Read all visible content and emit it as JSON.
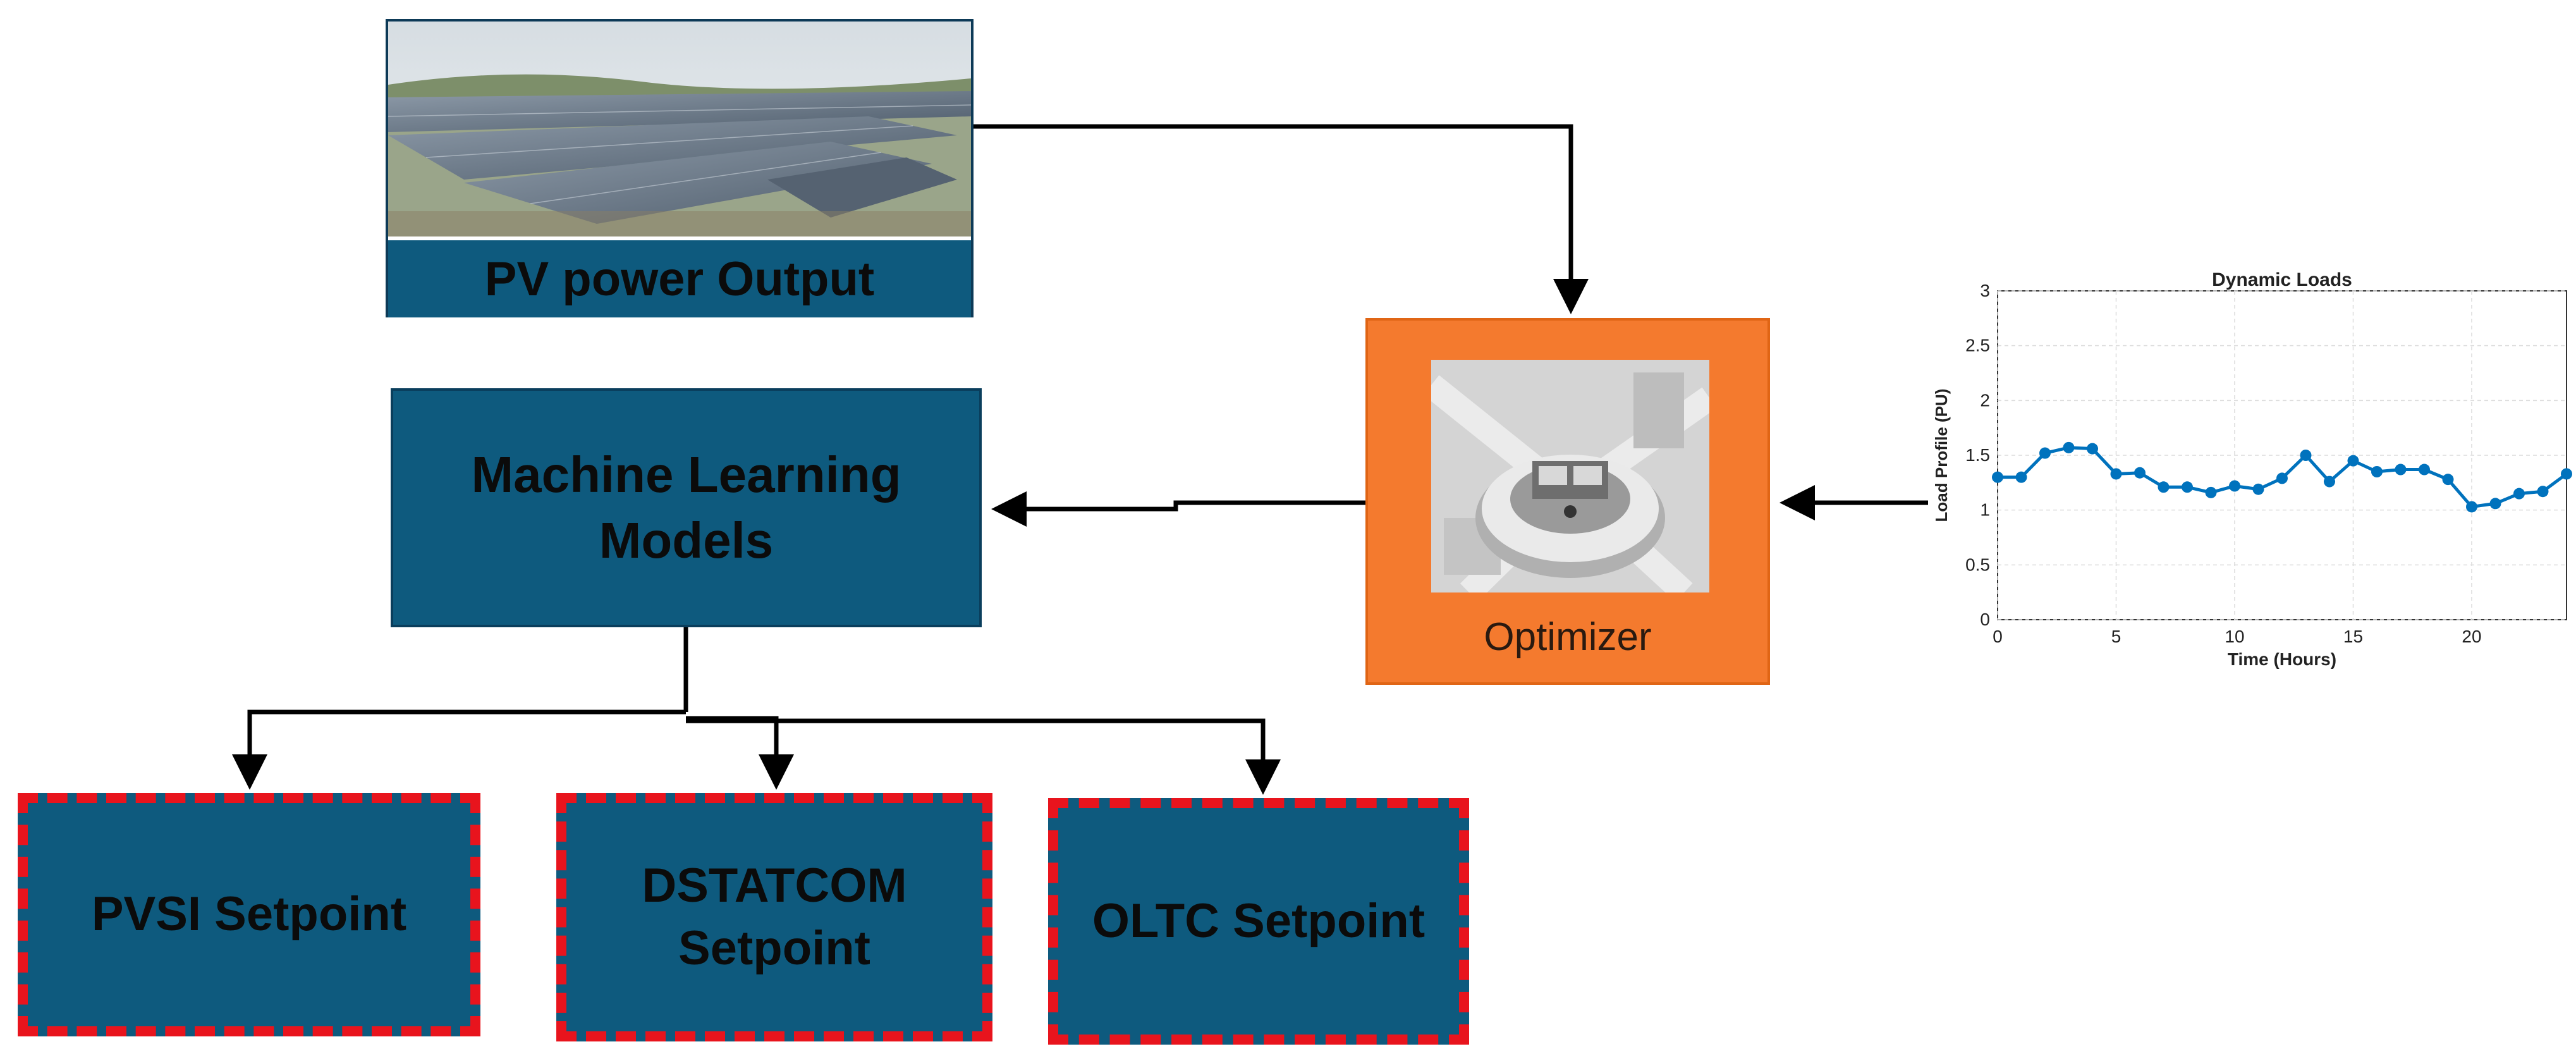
{
  "pv": {
    "label": "PV power Output",
    "image": "solar-panel-field-photo"
  },
  "ml": {
    "label": "Machine Learning Models"
  },
  "optimizer": {
    "label": "Optimizer",
    "image": "control-room-illustration"
  },
  "setpoints": {
    "pvsi": "PVSI Setpoint",
    "dstatcom": "DSTATCOM Setpoint",
    "oltc": "OLTC Setpoint"
  },
  "colors": {
    "box_blue": "#0e5a7e",
    "optimizer_orange": "#f47a2e",
    "dashed_red": "#e8141d",
    "series_blue": "#0072bd"
  },
  "chart_data": {
    "type": "line",
    "title": "Dynamic Loads",
    "xlabel": "Time (Hours)",
    "ylabel": "Load Profile (PU)",
    "xlim": [
      0,
      24
    ],
    "ylim": [
      0,
      3
    ],
    "xticks": [
      0,
      5,
      10,
      15,
      20
    ],
    "yticks": [
      0,
      0.5,
      1,
      1.5,
      2,
      2.5,
      3
    ],
    "grid": true,
    "series": [
      {
        "x": [
          0,
          1,
          2,
          3,
          4,
          5,
          6,
          7,
          8,
          9,
          10,
          11,
          12,
          13,
          14,
          15,
          16,
          17,
          18,
          19,
          20,
          21,
          22,
          23,
          24
        ],
        "values": [
          1.3,
          1.3,
          1.52,
          1.57,
          1.56,
          1.33,
          1.34,
          1.21,
          1.21,
          1.16,
          1.22,
          1.19,
          1.29,
          1.5,
          1.26,
          1.45,
          1.35,
          1.37,
          1.37,
          1.28,
          1.03,
          1.06,
          1.15,
          1.17,
          1.33
        ]
      }
    ]
  }
}
